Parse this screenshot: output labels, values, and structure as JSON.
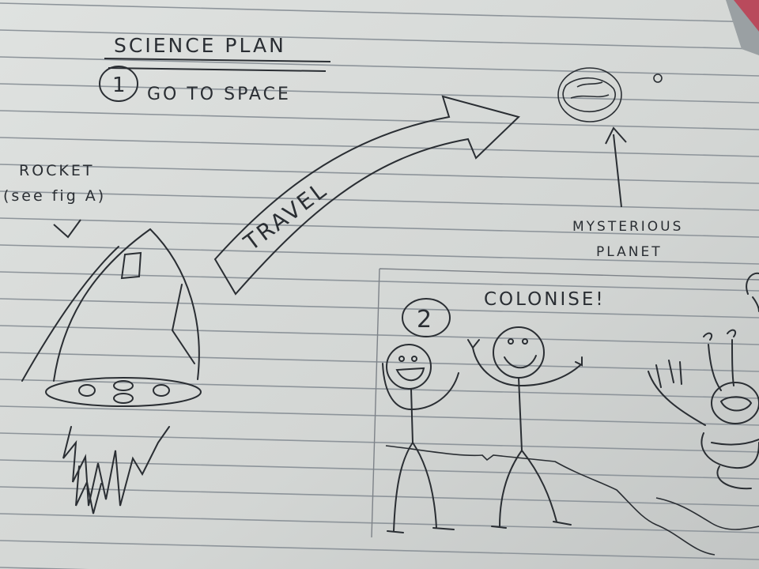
{
  "notebook": {
    "title": "SCIENCE PLAN",
    "step1": {
      "number": "1",
      "text": "GO TO SPACE"
    },
    "rocket_label_line1": "ROCKET",
    "rocket_label_line2": "(see fig A)",
    "arrow_label": "TRAVEL",
    "planet_label_line1": "MYSTERIOUS",
    "planet_label_line2": "PLANET",
    "step2": {
      "number": "2",
      "text": "COLONISE!"
    }
  },
  "colors": {
    "paper": "#d9dcda",
    "rule": "#8d949a",
    "ink": "#2a2e33",
    "margin_pen": "#c4374b"
  }
}
